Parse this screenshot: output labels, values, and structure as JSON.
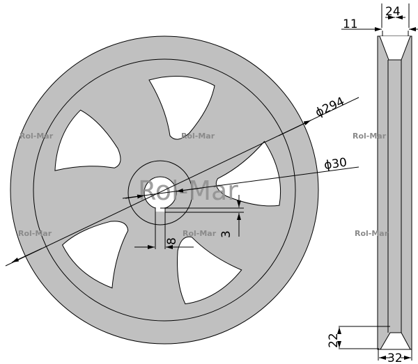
{
  "drawing": {
    "dimensions": {
      "outer_diameter": "ϕ294",
      "bore_diameter": "ϕ30",
      "keyway_width": "8",
      "keyway_depth": "3",
      "groove_top_width": "24",
      "rim_offset": "11",
      "groove_depth": "22",
      "rim_width": "32"
    },
    "watermark": "Rol-Mar",
    "colors": {
      "fill": "#c0c0c0",
      "line": "#000000",
      "watermark": "#8a8a8a"
    }
  }
}
